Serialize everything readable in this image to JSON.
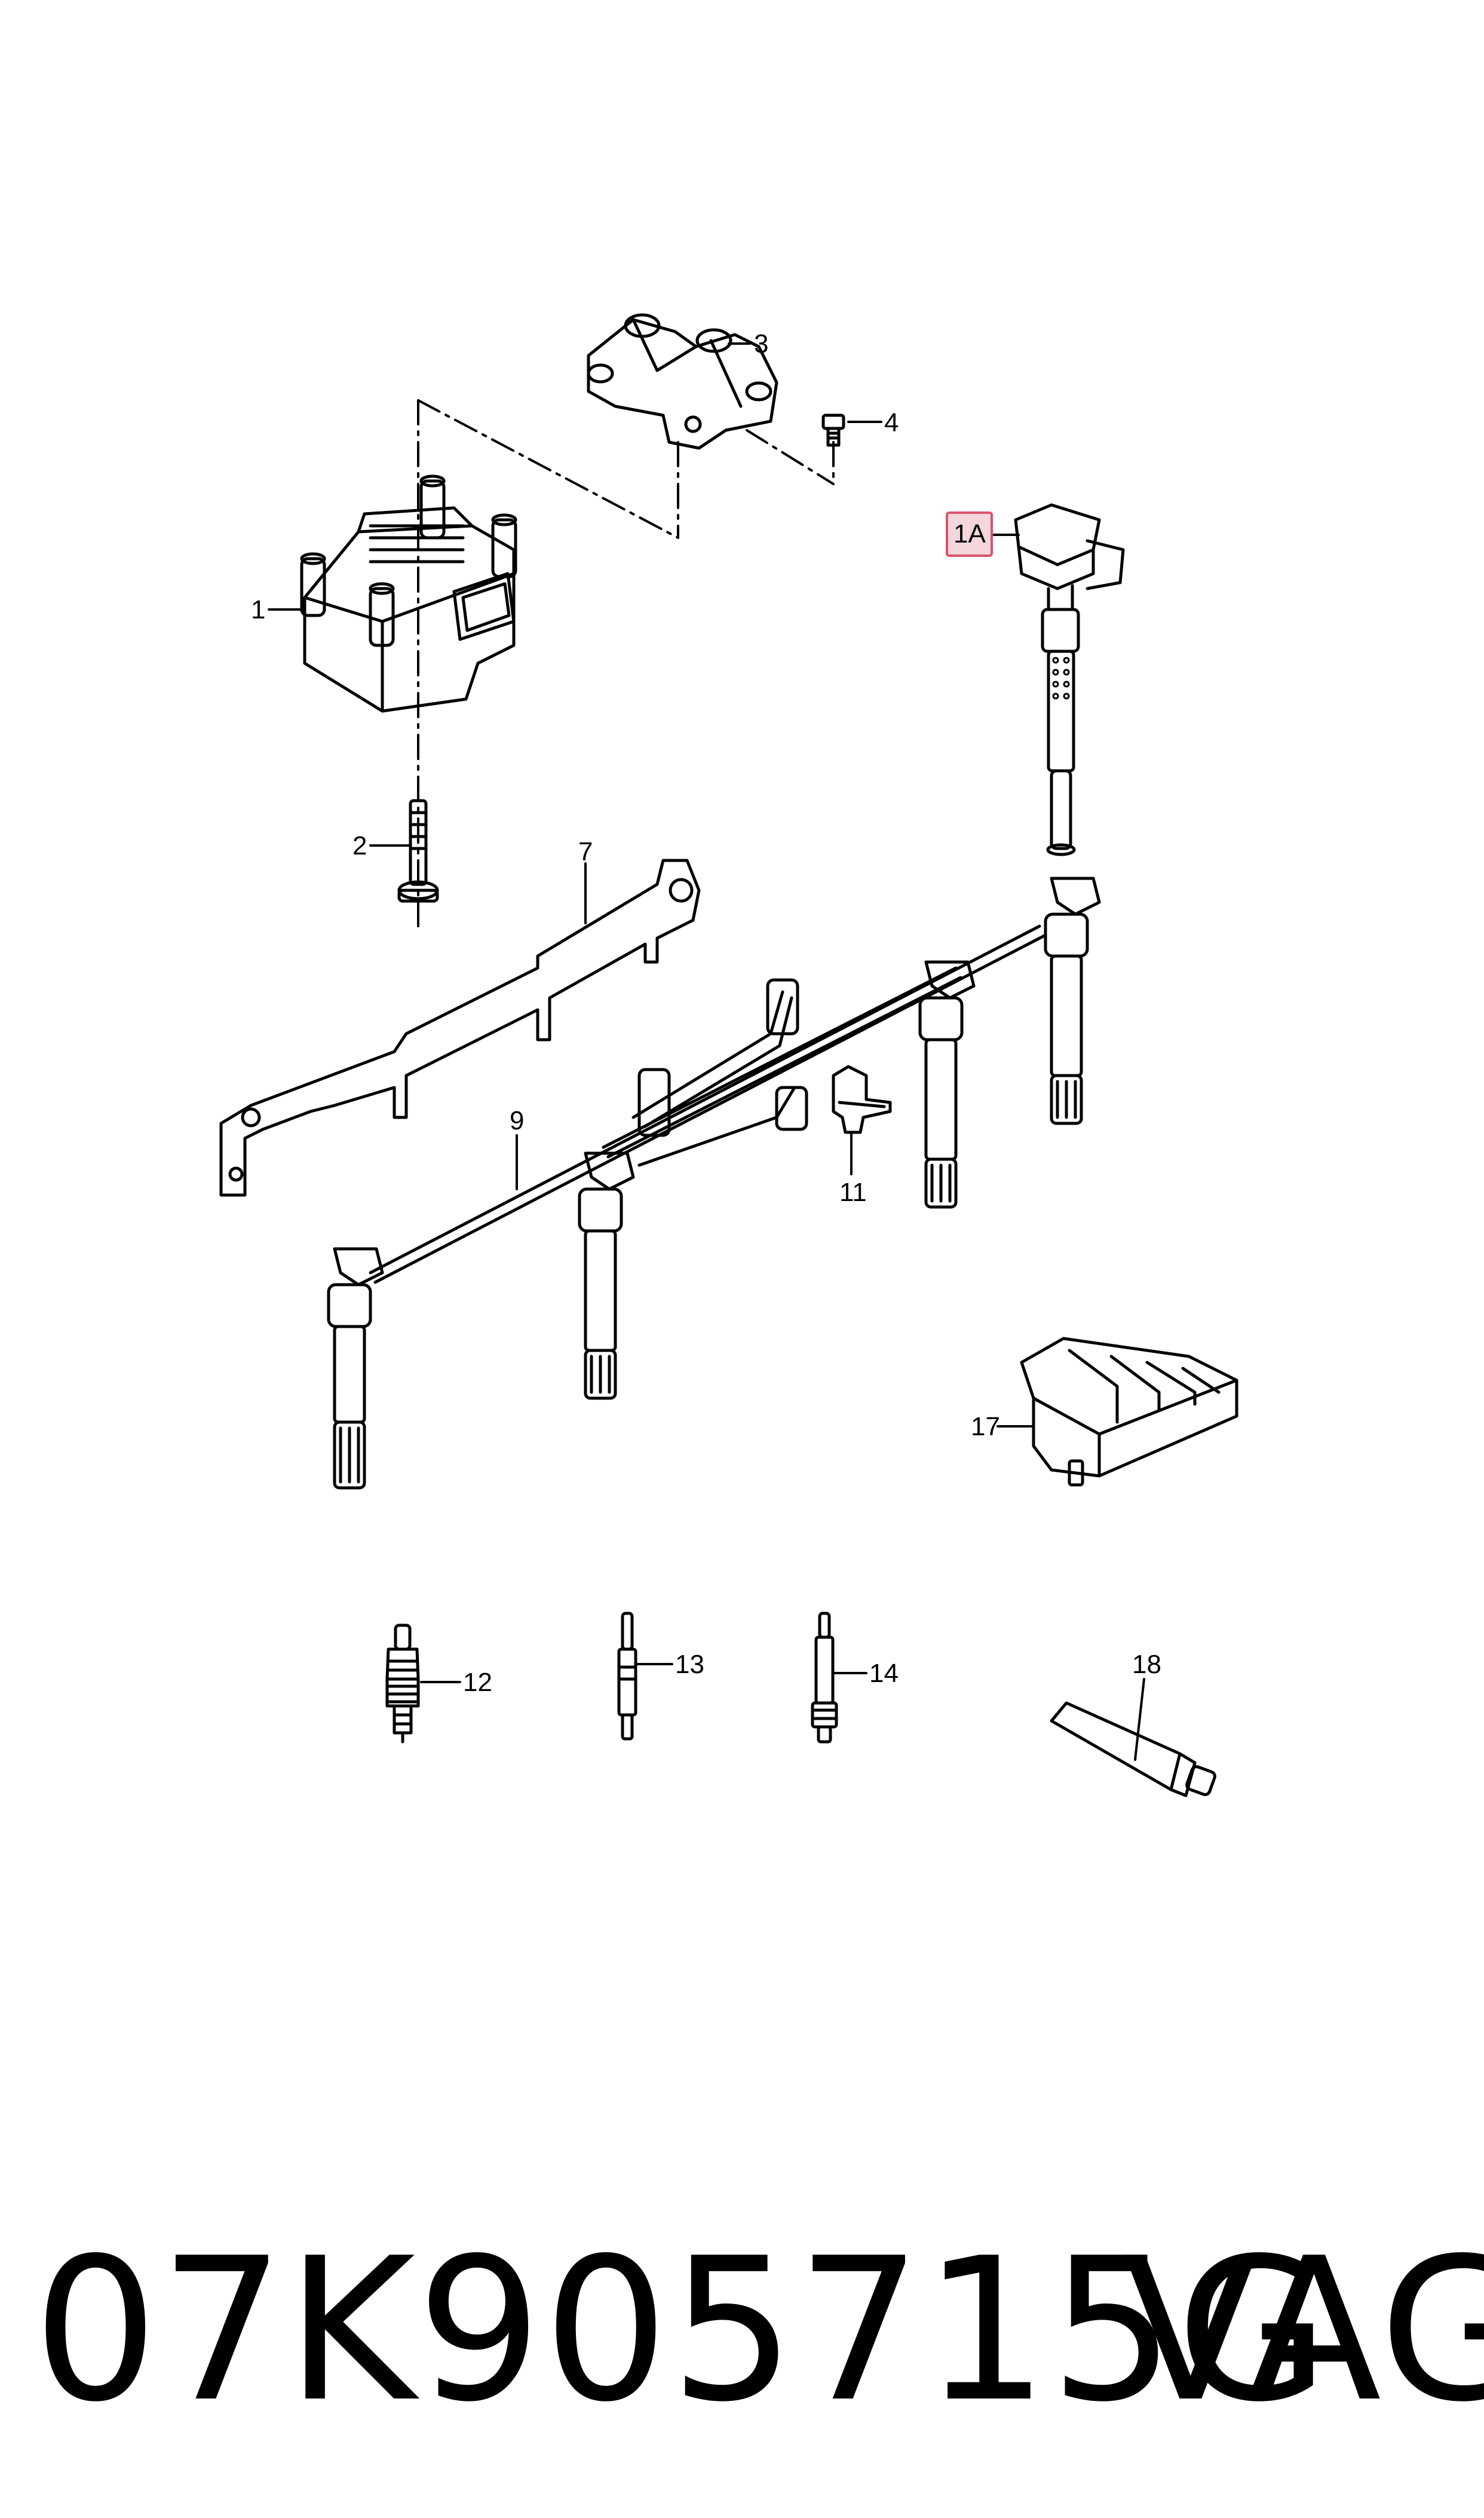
{
  "diagram": {
    "callouts": {
      "p1": "1",
      "p1a": "1A",
      "p2": "2",
      "p3": "3",
      "p4": "4",
      "p7": "7",
      "p9": "9",
      "p11": "11",
      "p12": "12",
      "p13": "13",
      "p14": "14",
      "p17": "17",
      "p18": "18"
    },
    "highlight_color": "#f4d6dc",
    "highlight_border": "#d9536b"
  },
  "footer": {
    "part_number": "07K905715G",
    "brand": "VAG"
  }
}
